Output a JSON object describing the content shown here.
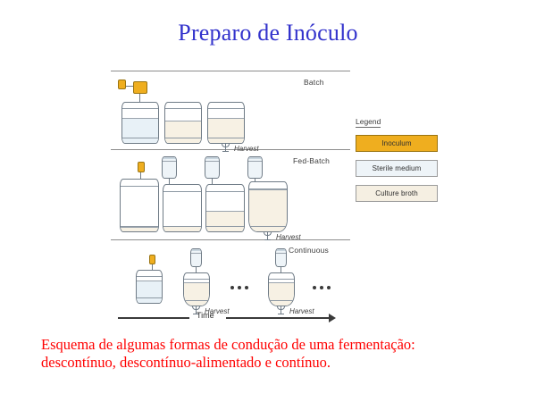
{
  "slide": {
    "title": "Preparo de Inóculo",
    "title_color": "#3333cc",
    "caption_line1": "Esquema de algumas formas de condução de uma fermentação:",
    "caption_line2": "descontínuo, descontínuo-alimentado e contínuo.",
    "caption_color": "#ff0000",
    "background": "#ffffff"
  },
  "figure": {
    "bands": [
      {
        "id": "batch",
        "label": "Batch"
      },
      {
        "id": "fed-batch",
        "label": "Fed-Batch"
      },
      {
        "id": "continuous",
        "label": "Continuous"
      }
    ],
    "harvest_label": "Harvest",
    "time_axis": {
      "label": "Time",
      "direction": "left-to-right"
    },
    "ellipsis": "•••",
    "batch": {
      "label": "Batch",
      "harvest_label": "Harvest",
      "tanks": [
        {
          "content": "sterile-medium",
          "fill_percent": 62
        },
        {
          "content": "culture-broth",
          "fill_percent": 55
        },
        {
          "content": "culture-broth",
          "fill_percent": 62
        }
      ]
    },
    "fed_batch": {
      "label": "Fed-Batch",
      "harvest_label": "Harvest",
      "tanks": [
        {
          "content": "culture-broth",
          "fill_percent": 8,
          "feeder": false
        },
        {
          "content": "culture-broth",
          "fill_percent": 12,
          "feeder": true
        },
        {
          "content": "culture-broth",
          "fill_percent": 45,
          "feeder": true
        },
        {
          "content": "culture-broth",
          "fill_percent": 85,
          "feeder": true
        }
      ]
    },
    "continuous": {
      "label": "Continuous",
      "harvest_label": "Harvest",
      "tanks": [
        {
          "content": "sterile-medium",
          "fill_percent": 70,
          "feeder": false,
          "harvest": false
        },
        {
          "content": "culture-broth",
          "fill_percent": 72,
          "feeder": true,
          "harvest": true
        },
        {
          "content": "culture-broth",
          "fill_percent": 72,
          "feeder": true,
          "harvest": true
        }
      ]
    }
  },
  "legend": {
    "title": "Legend",
    "items": [
      {
        "label": "Inoculum",
        "color": "#efae1f",
        "border": "#9a7410"
      },
      {
        "label": "Sterile medium",
        "color": "#eef4f8",
        "border": "#9b9b9b"
      },
      {
        "label": "Culture broth",
        "color": "#f5efe2",
        "border": "#9b9b9b"
      }
    ]
  }
}
